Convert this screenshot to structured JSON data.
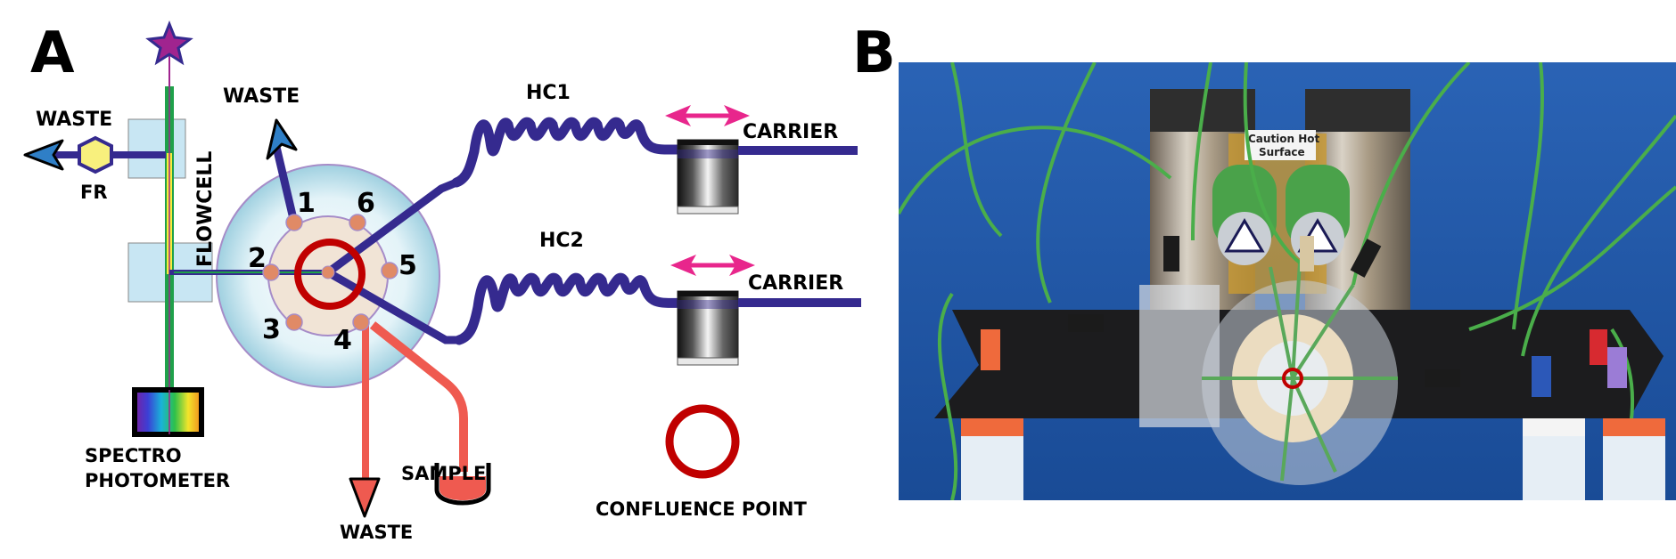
{
  "figure": {
    "panel_a_label": "A",
    "panel_b_label": "B"
  },
  "diagram": {
    "labels": {
      "waste_top_left": "WASTE",
      "fr": "FR",
      "flowcell": "FLOWCELL",
      "waste_top": "WASTE",
      "hc1": "HC1",
      "hc2": "HC2",
      "carrier_1": "CARRIER",
      "carrier_2": "CARRIER",
      "spectrophotometer_line1": "SPECTRO",
      "spectrophotometer_line2": "PHOTOMETER",
      "sample": "SAMPLE",
      "waste_bottom": "WASTE",
      "confluence_point": "CONFLUENCE POINT"
    },
    "valve_ports": [
      "1",
      "2",
      "3",
      "4",
      "5",
      "6"
    ],
    "colors": {
      "tubing": "#352a8f",
      "sample_tubing": "#ef5a50",
      "confluence_ring": "#c00000",
      "flowcell_green": "#1fa14a",
      "flowcell_yellow": "#f5ef3a",
      "reciprocating_arrow": "#e8268c",
      "star": "#a0248f",
      "valve_outer": "#d6eef6",
      "valve_inner": "#f1e4d6",
      "port": "#e08a66"
    }
  },
  "photo": {
    "caution_label_line1": "Caution Hot",
    "caution_label_line2": "Surface",
    "background_color": "#1f57a8"
  }
}
